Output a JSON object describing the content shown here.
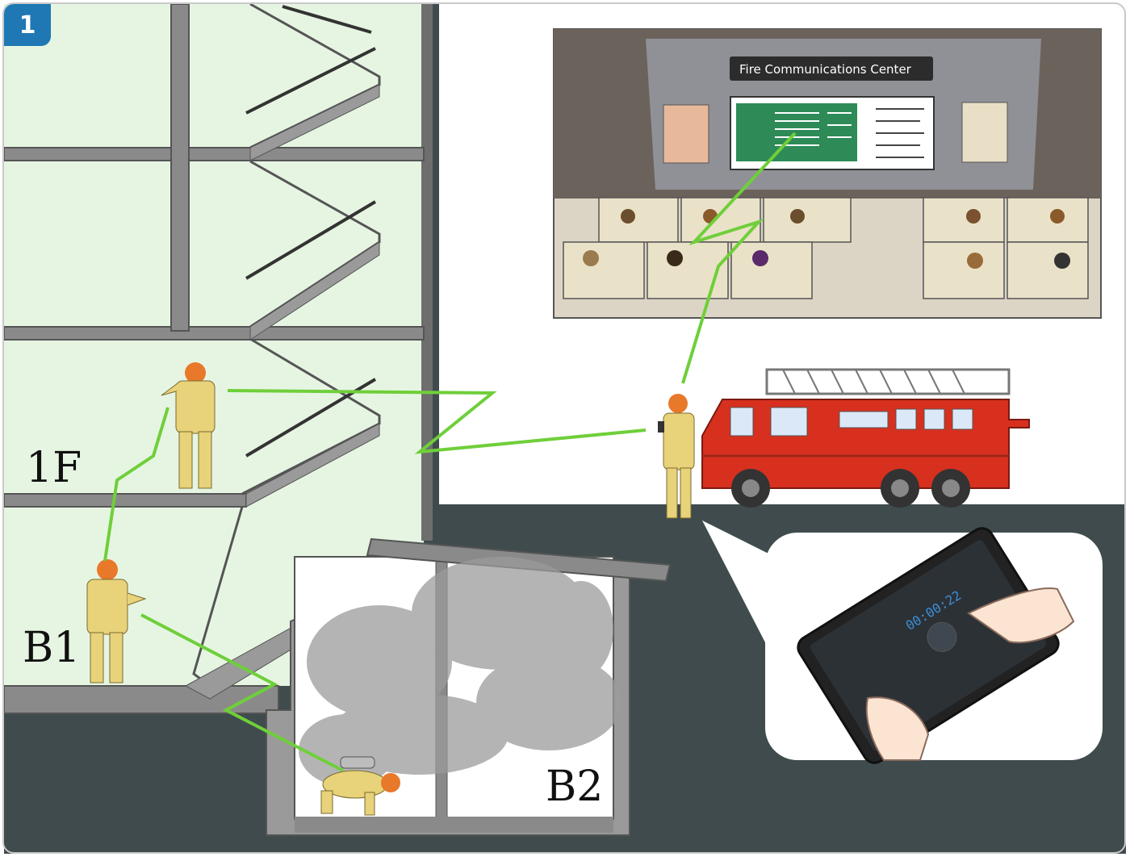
{
  "badge": {
    "number": "1"
  },
  "floors": {
    "first": "1F",
    "basement1": "B1",
    "basement2": "B2"
  },
  "comm_center": {
    "title": "Fire Communications Center"
  },
  "tablet": {
    "timer": "00:00:22"
  },
  "colors": {
    "building_wall": "#e6f5e2",
    "structure": "#6e6e6e",
    "ground": "#3f4b4d",
    "signal": "#6fcf3a",
    "truck_red": "#d7301f",
    "suit": "#e8d27a",
    "helmet": "#e8782a",
    "badge": "#1f77b4"
  }
}
